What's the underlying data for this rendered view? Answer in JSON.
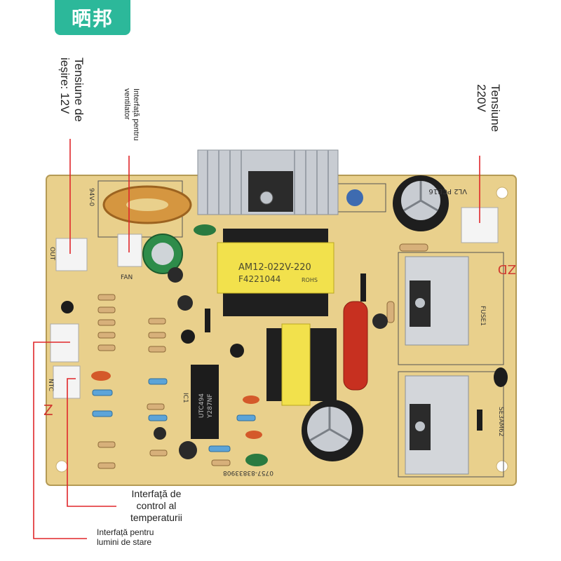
{
  "brand": {
    "name": "晒邦",
    "color": "#2cb89a"
  },
  "callouts": {
    "output_voltage": {
      "line1": "Tensiune de",
      "line2": "ieșire: 12V"
    },
    "fan_interface": {
      "line1": "Interfață pentru",
      "line2": "ventilator"
    },
    "mains_voltage": {
      "line1": "Tensiune",
      "line2": "220V"
    },
    "temp_control": {
      "line1": "Interfață de",
      "line2": "control al",
      "line3": "temperaturii"
    },
    "status_light": {
      "line1": "Interfață pentru",
      "line2": "lumini de stare"
    },
    "leader_color": "#e0262a"
  },
  "board": {
    "color": "#e9d08c",
    "transformer_label": {
      "line1": "AM12-022V-220",
      "line2": "F4221044",
      "mark": "ROHS"
    },
    "ic_label": {
      "line1": "UTC494",
      "line2": "Y287NF"
    },
    "edge_text": "0757-83833908",
    "silkscreen": {
      "board_version": "VL2 PCB16",
      "rev_94v": "94V-0",
      "fuse": "FUSE1",
      "out": "OUT",
      "fan": "FAN",
      "ntc": "NTC",
      "ic1": "IC1",
      "part_code": "SE3AM62",
      "z_mark_left": "Z",
      "z_mark_right": "ZD"
    }
  }
}
